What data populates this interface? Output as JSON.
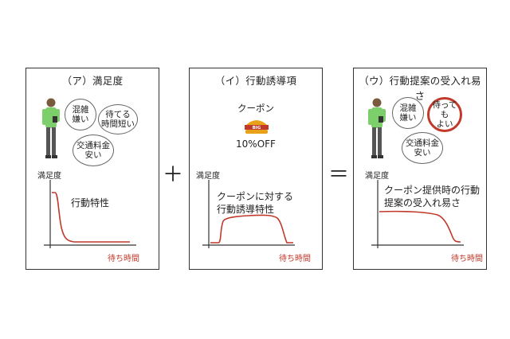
{
  "panel_a": {
    "title": "（ア）満足度",
    "bubbles": [
      "混雑\n嫌い",
      "待てる\n時間短い",
      "交通料金\n安い"
    ],
    "y_label": "満足度",
    "x_label": "待ち時間",
    "curve_label": "行動特性"
  },
  "operators": {
    "plus": "＋",
    "equals": "＝"
  },
  "panel_b": {
    "title": "（イ）行動誘導項",
    "coupon_label": "クーポン",
    "logo_text": "BIG",
    "discount": "10%OFF",
    "y_label": "満足度",
    "x_label": "待ち時間",
    "curve_label": "クーポンに対する\n行動誘導特性"
  },
  "panel_c": {
    "title": "（ウ）行動提案の受入れ易さ",
    "bubbles": [
      "混雑\n嫌い",
      "待っても\nよい",
      "交通料金\n安い"
    ],
    "y_label": "満足度",
    "x_label": "待ち時間",
    "curve_label": "クーポン提供時の行動\n提案の受入れ易さ"
  },
  "colors": {
    "curve": "#c0392b",
    "axis_label_red": "#c0392b",
    "person_shirt": "#7ccf6a",
    "logo_bg": "#e8a21a",
    "logo_band": "#c0392b"
  }
}
